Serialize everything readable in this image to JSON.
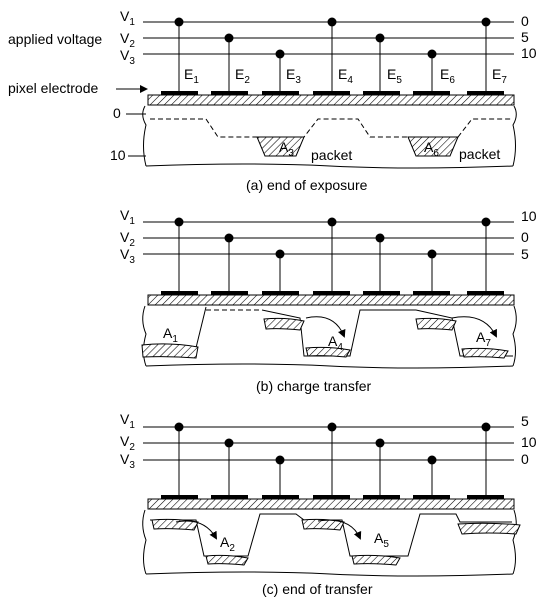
{
  "panels": [
    {
      "id": "a",
      "caption": "(a) end of exposure",
      "rails": [
        {
          "base": "V",
          "sub": "1",
          "value": "0"
        },
        {
          "base": "V",
          "sub": "2",
          "value": "5"
        },
        {
          "base": "V",
          "sub": "3",
          "value": "10"
        }
      ],
      "side_labels": [
        "applied voltage",
        "pixel electrode"
      ],
      "electrode_labels": [
        {
          "base": "E",
          "sub": "1"
        },
        {
          "base": "E",
          "sub": "2"
        },
        {
          "base": "E",
          "sub": "3"
        },
        {
          "base": "E",
          "sub": "4"
        },
        {
          "base": "E",
          "sub": "5"
        },
        {
          "base": "E",
          "sub": "6"
        },
        {
          "base": "E",
          "sub": "7"
        }
      ],
      "potential_labels": [
        "0",
        "10"
      ],
      "packets": [
        {
          "base": "A",
          "sub": "3",
          "word": "packet"
        },
        {
          "base": "A",
          "sub": "6",
          "word": "packet"
        }
      ]
    },
    {
      "id": "b",
      "caption": "(b) charge transfer",
      "rails": [
        {
          "base": "V",
          "sub": "1",
          "value": "10"
        },
        {
          "base": "V",
          "sub": "2",
          "value": "0"
        },
        {
          "base": "V",
          "sub": "3",
          "value": "5"
        }
      ],
      "packets": [
        {
          "base": "A",
          "sub": "1"
        },
        {
          "base": "A",
          "sub": "4"
        },
        {
          "base": "A",
          "sub": "7"
        }
      ]
    },
    {
      "id": "c",
      "caption": "(c) end of transfer",
      "rails": [
        {
          "base": "V",
          "sub": "1",
          "value": "5"
        },
        {
          "base": "V",
          "sub": "2",
          "value": "10"
        },
        {
          "base": "V",
          "sub": "3",
          "value": "0"
        }
      ],
      "packets": [
        {
          "base": "A",
          "sub": "2"
        },
        {
          "base": "A",
          "sub": "5"
        }
      ]
    }
  ]
}
